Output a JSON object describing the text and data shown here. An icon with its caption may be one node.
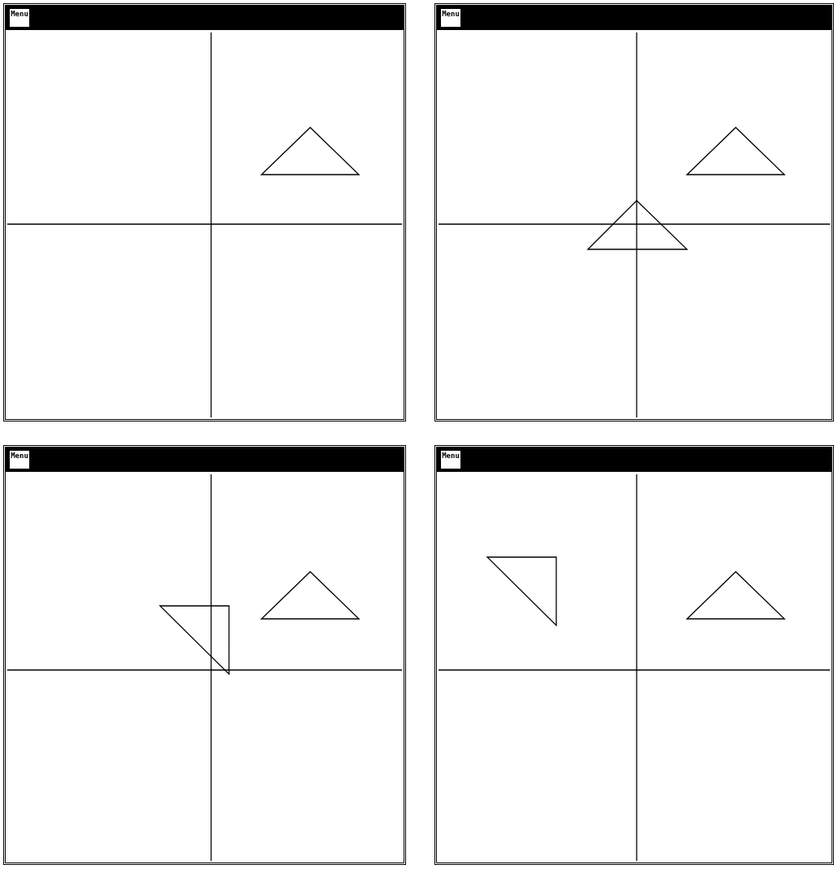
{
  "diagram": {
    "labels": [
      "Menu",
      "Menu",
      "Menu",
      "Menu"
    ]
  }
}
